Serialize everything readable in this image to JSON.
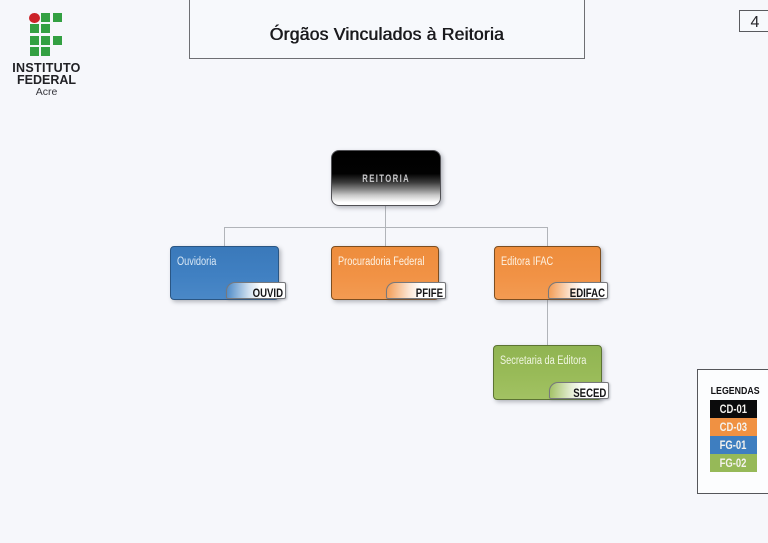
{
  "page": {
    "background_color": "#f6f7fb",
    "page_number": "4"
  },
  "logo": {
    "institution_line1": "INSTITUTO",
    "institution_line2": "FEDERAL",
    "institution_line3": "Acre",
    "green": "#33a042",
    "red": "#cb2228",
    "grid": [
      [
        "circle",
        "square",
        "square"
      ],
      [
        "square",
        "square",
        null
      ],
      [
        "square",
        "square",
        "square"
      ],
      [
        "square",
        "square",
        null
      ]
    ]
  },
  "header": {
    "title": "Órgãos Vinculados à Reitoria"
  },
  "org_chart": {
    "root": {
      "label": "REITORIA",
      "level": "CD-01",
      "color": "#0b0b0b"
    },
    "children": [
      {
        "label": "Ouvidoria",
        "tag": "OUVID",
        "level": "FG-01",
        "color": "#4080c2"
      },
      {
        "label": "Procuradoria Federal",
        "tag": "PFIFE",
        "level": "CD-03",
        "color": "#f19245"
      },
      {
        "label": "Editora IFAC",
        "tag": "EDIFAC",
        "level": "CD-03",
        "color": "#f19245",
        "children": [
          {
            "label": "Secretaria da Editora",
            "tag": "SECED",
            "level": "FG-02",
            "color": "#99bb58"
          }
        ]
      }
    ]
  },
  "legend": {
    "title": "LEGENDAS",
    "items": [
      {
        "label": "CD-01",
        "color": "#0b0b0c"
      },
      {
        "label": "CD-03",
        "color": "#f09142"
      },
      {
        "label": "FG-01",
        "color": "#3e7ec0"
      },
      {
        "label": "FG-02",
        "color": "#96b958"
      }
    ]
  }
}
